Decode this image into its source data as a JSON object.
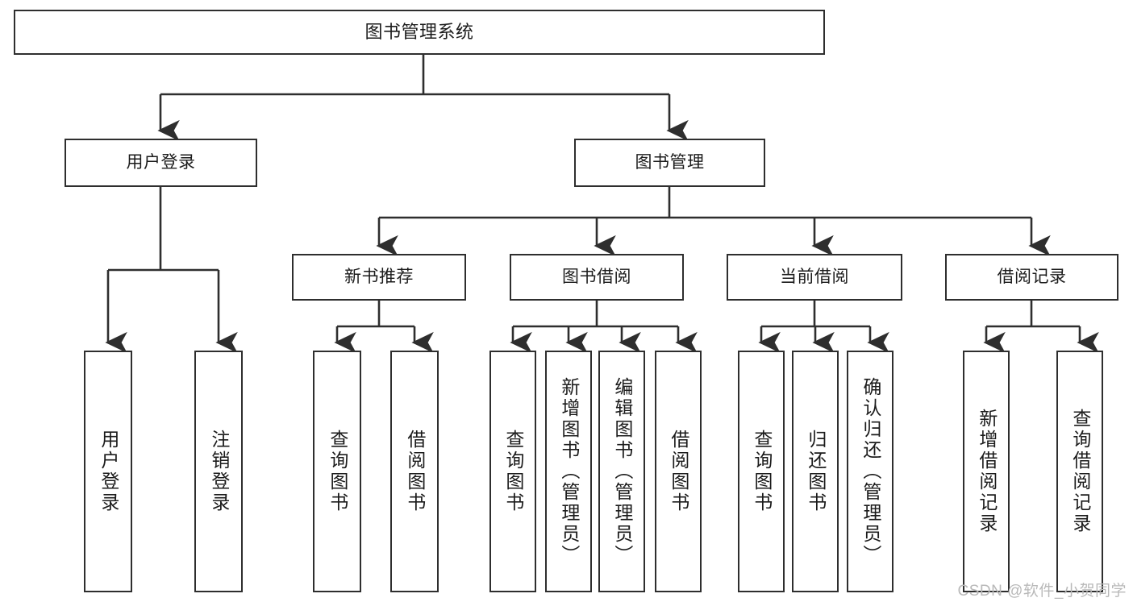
{
  "diagram": {
    "type": "tree-hierarchy",
    "title": "图书管理系统",
    "orientation": "top-down",
    "line_color": "#2e2e2e",
    "box_fill": "#ffffff",
    "text_color": "#1b1b1b",
    "nodes": {
      "root": {
        "label": "图书管理系统"
      },
      "level1": [
        {
          "label": "用户登录"
        },
        {
          "label": "图书管理"
        }
      ],
      "level2": [
        {
          "label": "新书推荐"
        },
        {
          "label": "图书借阅"
        },
        {
          "label": "当前借阅"
        },
        {
          "label": "借阅记录"
        }
      ],
      "leaves": {
        "user_login": [
          {
            "label": "用户登录"
          },
          {
            "label": "注销登录"
          }
        ],
        "new_book_recommend": [
          {
            "label": "查询图书"
          },
          {
            "label": "借阅图书"
          }
        ],
        "book_borrow": [
          {
            "label": "查询图书"
          },
          {
            "label": "新增图书（管理员）"
          },
          {
            "label": "编辑图书（管理员）"
          },
          {
            "label": "借阅图书"
          }
        ],
        "current_borrow": [
          {
            "label": "查询图书"
          },
          {
            "label": "归还图书"
          },
          {
            "label": "确认归还（管理员）"
          }
        ],
        "borrow_record": [
          {
            "label": "新增借阅记录"
          },
          {
            "label": "查询借阅记录"
          }
        ]
      }
    }
  },
  "watermark": {
    "text": "CSDN @软件_小贺同学",
    "color": "#b9b9b9"
  }
}
